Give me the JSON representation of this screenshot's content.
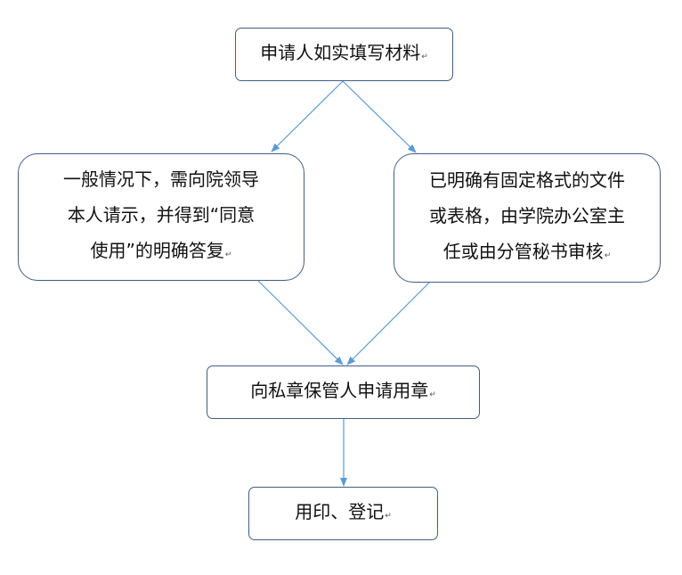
{
  "nodes": {
    "apply": {
      "text": "申请人如实填写材料"
    },
    "left": {
      "lines": [
        "一般情况下，需向院领导",
        "本人请示，并得到“同意",
        "使用”的明确答复"
      ]
    },
    "right": {
      "lines": [
        "已明确有固定格式的文件",
        "或表格，由学院办公室主",
        "任或由分管秘书审核"
      ]
    },
    "seal": {
      "text": "向私章保管人申请用章"
    },
    "use": {
      "text": "用印、登记"
    }
  },
  "paragraph_mark": "↵",
  "colors": {
    "box_border": "#3f5f86",
    "arrow": "#5b9bd5"
  }
}
